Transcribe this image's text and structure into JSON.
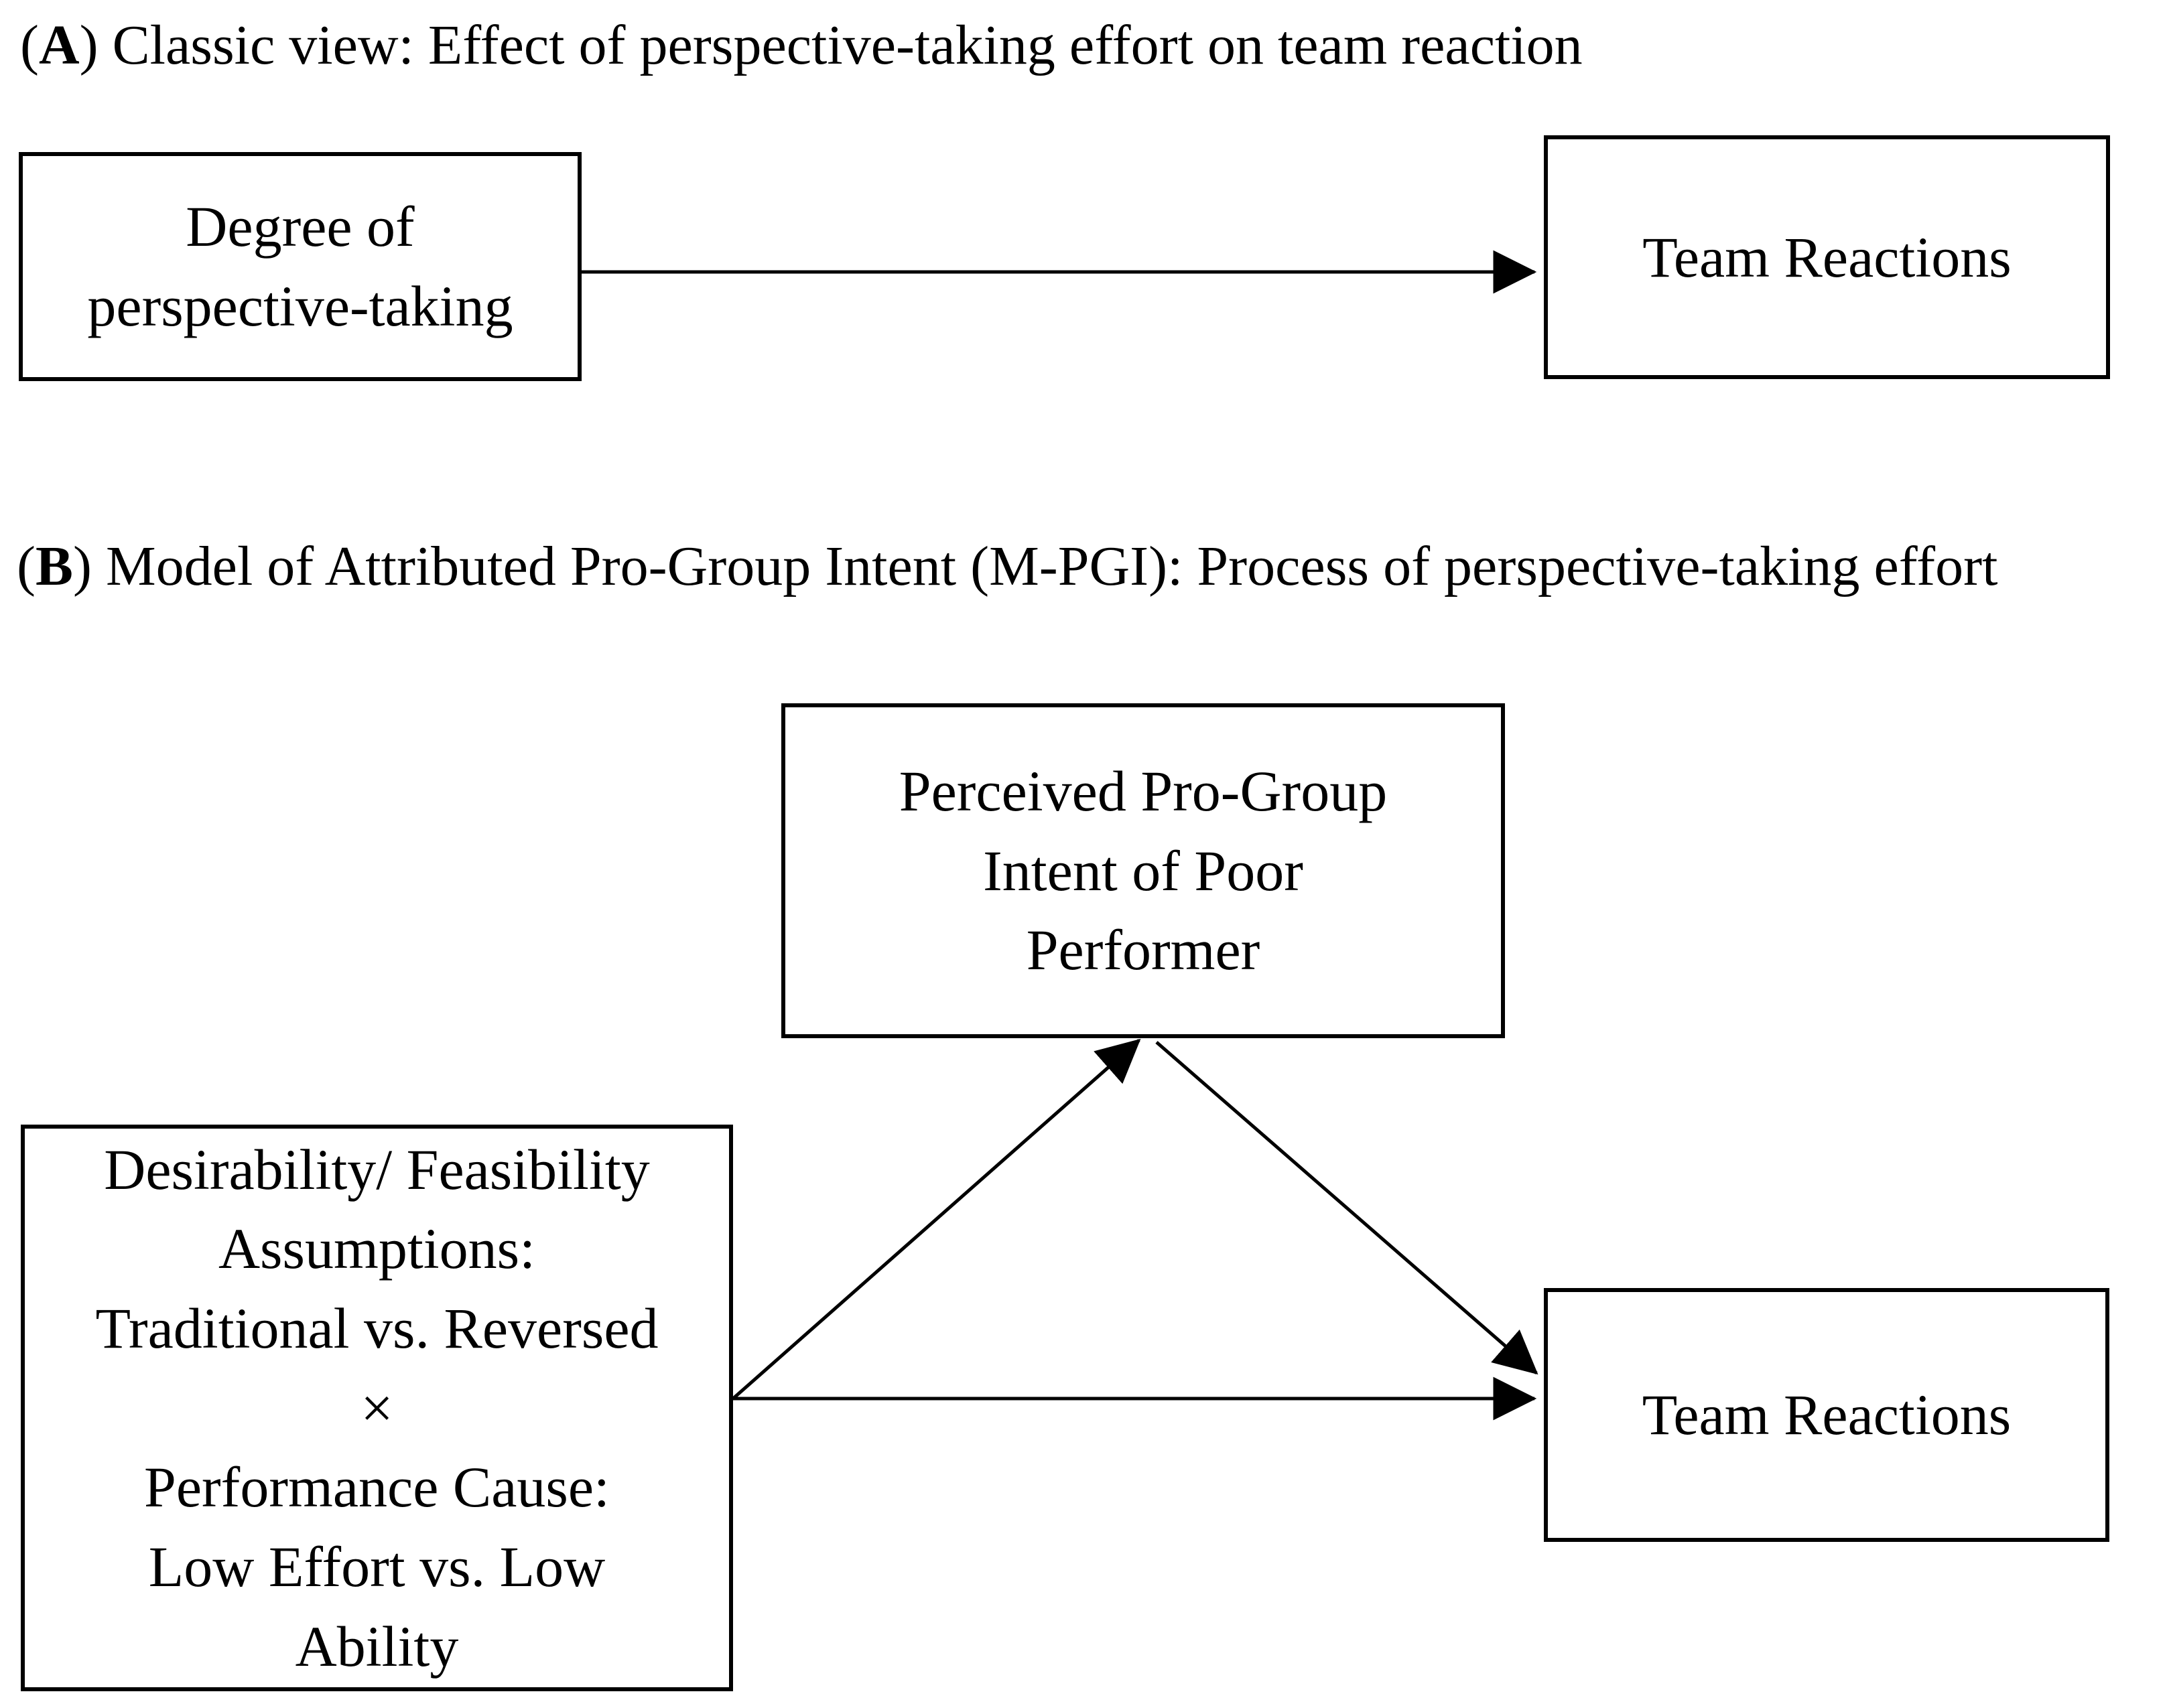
{
  "figure": {
    "background": "#ffffff",
    "line_color": "#000000",
    "text_color": "#000000"
  },
  "panel_a": {
    "title": {
      "open": "(",
      "letter": "A",
      "rest": ") Classic view: Effect of perspective-taking effort on team reaction"
    },
    "boxes": {
      "predictor": "Degree of\nperspective-taking",
      "outcome": "Team Reactions"
    }
  },
  "panel_b": {
    "title": {
      "open": "(",
      "letter": "B",
      "rest": ") Model of Attributed Pro-Group Intent (M-PGI): Process of perspective-taking effort"
    },
    "boxes": {
      "predictor": "Desirability/ Feasibility\nAssumptions:\nTraditional vs. Reversed\n×\nPerformance Cause:\nLow Effort vs. Low\nAbility",
      "mediator": "Perceived Pro-Group\nIntent of Poor\nPerformer",
      "outcome": "Team Reactions"
    }
  }
}
